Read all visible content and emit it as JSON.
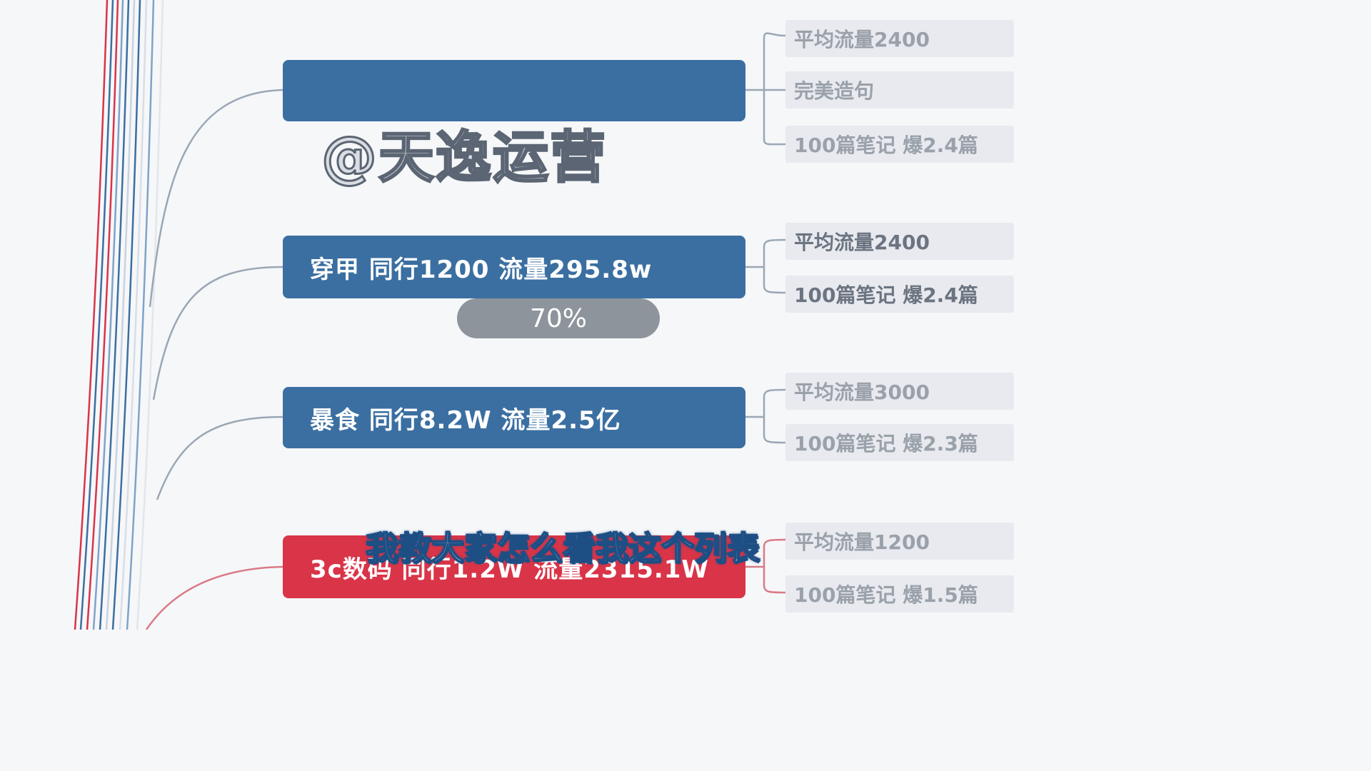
{
  "watermark": "@天逸运营",
  "subtitle": "我教大家怎么看我这个列表",
  "branches": [
    {
      "label": "",
      "color": "#3b6fa1",
      "leaves": [
        "平均流量2400",
        "完美造句",
        "100篇笔记 爆2.4篇"
      ]
    },
    {
      "label": "穿甲 同行1200 流量295.8w",
      "color": "#3b6fa1",
      "badge": "70%",
      "leaves": [
        "平均流量2400",
        "100篇笔记 爆2.4篇"
      ]
    },
    {
      "label": "暴食  同行8.2W  流量2.5亿",
      "color": "#3b6fa1",
      "leaves": [
        "平均流量3000",
        "100篇笔记 爆2.3篇"
      ]
    },
    {
      "label": "3c数码 同行1.2W 流量2315.1W",
      "color": "#d93448",
      "leaves": [
        "平均流量1200",
        "100篇笔记 爆1.5篇"
      ]
    }
  ],
  "colors": {
    "blue": "#3b6fa1",
    "red": "#d93448",
    "background": "#f6f7f9"
  }
}
